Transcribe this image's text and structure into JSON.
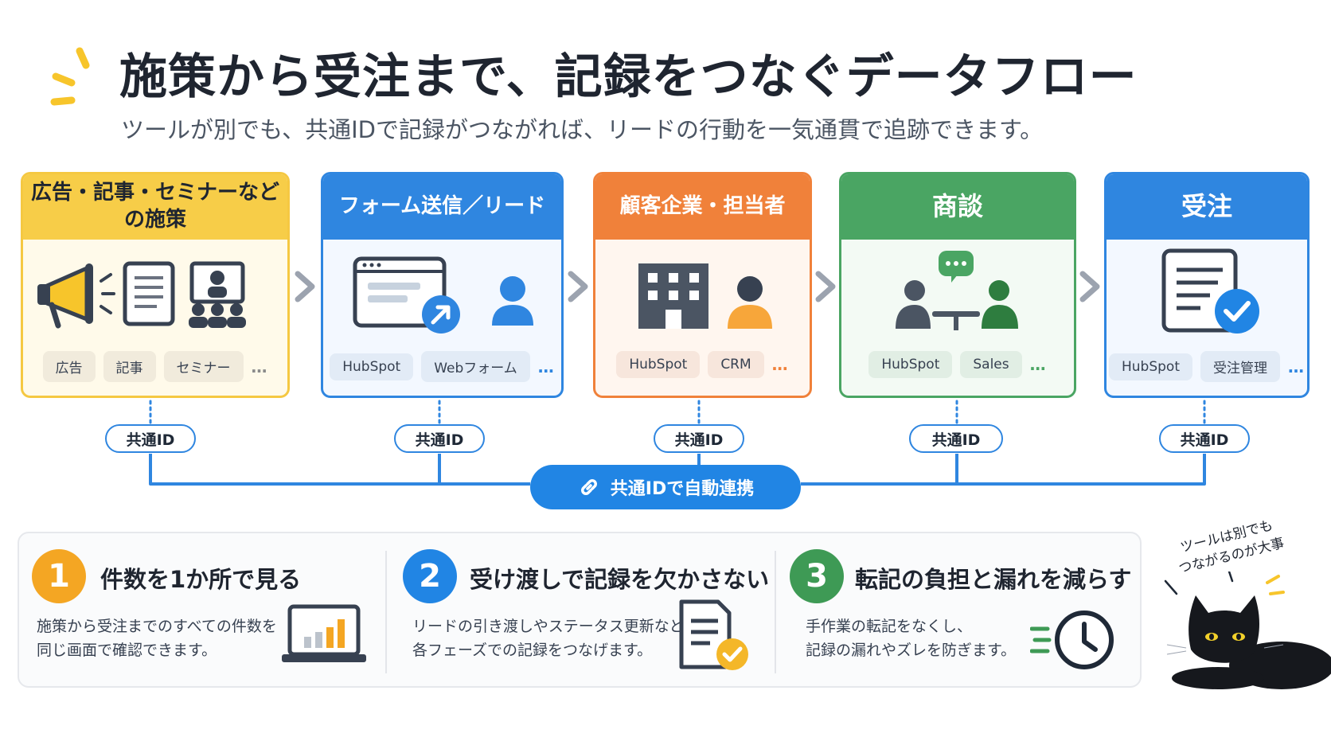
{
  "header": {
    "title": "施策から受注まで、記録をつなぐデータフロー",
    "subtitle": "ツールが別でも、共通IDで記録がつながれば、リードの行動を一気通貫で追跡できます。"
  },
  "stages": [
    {
      "title": "広告・記事・セミナーなどの施策",
      "tags": [
        "広告",
        "記事",
        "セミナー"
      ],
      "more": "…",
      "color": "#f7cd48"
    },
    {
      "title": "フォーム送信／リード",
      "tags": [
        "HubSpot",
        "Webフォーム"
      ],
      "more": "…",
      "color": "#2f86e0"
    },
    {
      "title": "顧客企業・担当者",
      "tags": [
        "HubSpot",
        "CRM"
      ],
      "more": "…",
      "color": "#f0813a"
    },
    {
      "title": "商談",
      "tags": [
        "HubSpot",
        "Sales"
      ],
      "more": "…",
      "color": "#4aa563"
    },
    {
      "title": "受注",
      "tags": [
        "HubSpot",
        "受注管理"
      ],
      "more": "…",
      "color": "#2f86e0"
    }
  ],
  "id_labels": [
    "共通ID",
    "共通ID",
    "共通ID",
    "共通ID",
    "共通ID"
  ],
  "auto_link": {
    "label": "共通IDで自動連携",
    "icon": "link-icon"
  },
  "benefits": [
    {
      "number": "1",
      "title": "件数を1か所で見る",
      "desc": [
        "施策から受注までのすべての件数を",
        "同じ画面で確認できます。"
      ],
      "icon": "laptop-chart-icon",
      "color": "#f4a623"
    },
    {
      "number": "2",
      "title": "受け渡しで記録を欠かさない",
      "desc": [
        "リードの引き渡しやステータス更新など",
        "各フェーズでの記録をつなげます。"
      ],
      "icon": "document-check-icon",
      "color": "#2185e4"
    },
    {
      "number": "3",
      "title": "転記の負担と漏れを減らす",
      "desc": [
        "手作業の転記をなくし、",
        "記録の漏れやズレを防ぎます。"
      ],
      "icon": "clock-icon",
      "color": "#3e9a55"
    }
  ],
  "cat_note": [
    "ツールは別でも",
    "つながるのが大事"
  ]
}
